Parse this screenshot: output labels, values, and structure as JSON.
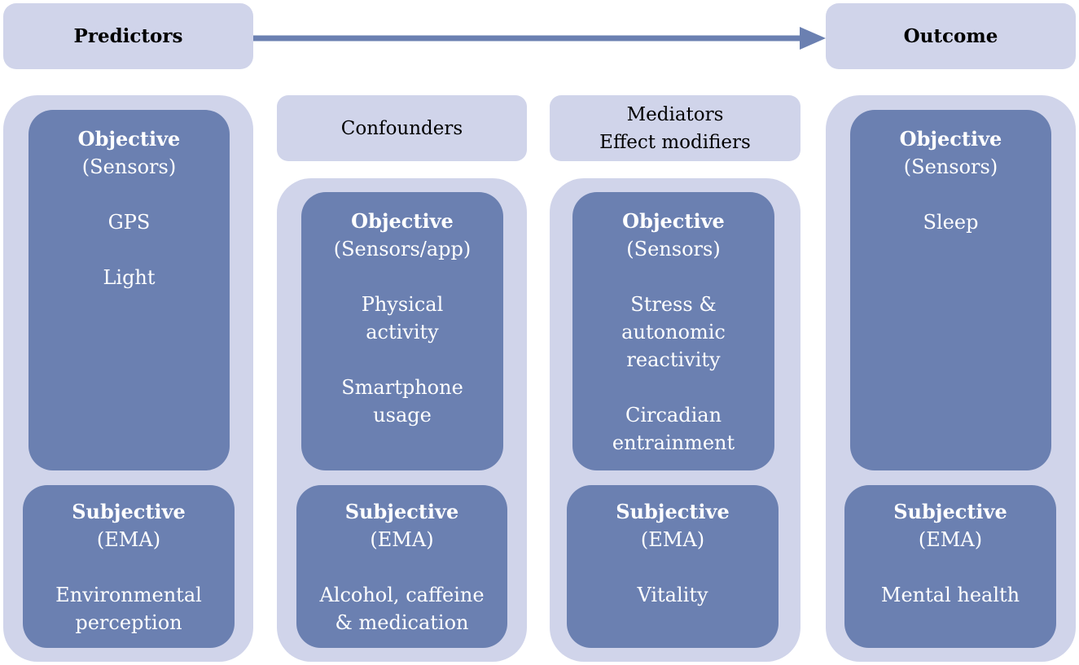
{
  "header": {
    "predictors": "Predictors",
    "outcome": "Outcome"
  },
  "columns": {
    "confounders_title": "Confounders",
    "mediators_title": [
      "Mediators",
      "Effect modifiers"
    ]
  },
  "predictors": {
    "objective": {
      "title": "Objective",
      "subtitle": "(Sensors)",
      "items": [
        "GPS",
        "Light"
      ]
    },
    "subjective": {
      "title": "Subjective",
      "subtitle": "(EMA)",
      "items": [
        "Environmental",
        "perception"
      ]
    }
  },
  "confounders": {
    "objective": {
      "title": "Objective",
      "subtitle": "(Sensors/app)",
      "items": [
        [
          "Physical",
          "activity"
        ],
        [
          "Smartphone",
          "usage"
        ]
      ]
    },
    "subjective": {
      "title": "Subjective",
      "subtitle": "(EMA)",
      "items": [
        "Alcohol, caffeine",
        "& medication"
      ]
    }
  },
  "mediators": {
    "objective": {
      "title": "Objective",
      "subtitle": "(Sensors)",
      "items": [
        [
          "Stress &",
          "autonomic",
          "reactivity"
        ],
        [
          "Circadian",
          "entrainment"
        ]
      ]
    },
    "subjective": {
      "title": "Subjective",
      "subtitle": "(EMA)",
      "items": [
        "Vitality"
      ]
    }
  },
  "outcome": {
    "objective": {
      "title": "Objective",
      "subtitle": "(Sensors)",
      "items": [
        "Sleep"
      ]
    },
    "subjective": {
      "title": "Subjective",
      "subtitle": "(EMA)",
      "items": [
        "Mental health"
      ]
    }
  },
  "colors": {
    "light": "#d0d4ea",
    "dark": "#6b80b1",
    "arrow": "#6b80b1"
  }
}
